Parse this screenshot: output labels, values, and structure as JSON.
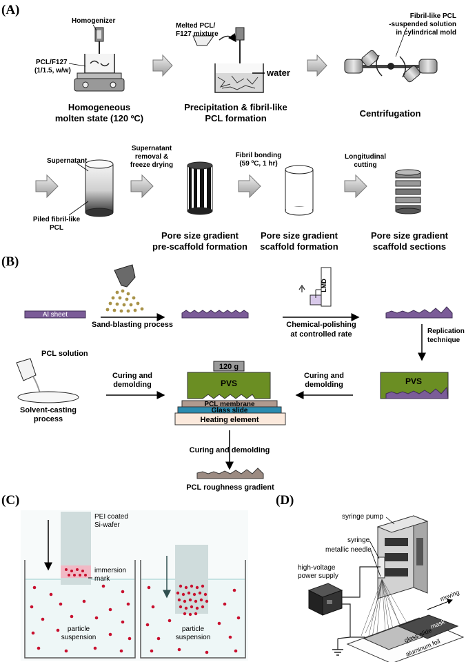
{
  "panels": {
    "A": {
      "label": "(A)",
      "homogenizer": "Homogenizer",
      "pcl_f127_1": "PCL/F127",
      "pcl_f127_2": "(1/1.5, w/w)",
      "melted_1": "Melted PCL/",
      "melted_2": "F127 mixture",
      "water": "water",
      "fibril_solution_1": "Fibril-like PCL",
      "fibril_solution_2": "-suspended solution",
      "fibril_solution_3": "in cylindrical mold",
      "step1_1": "Homogeneous",
      "step1_2": "molten state (120 ºC)",
      "step2_1": "Precipitation & fibril-like",
      "step2_2": "PCL formation",
      "step3": "Centrifugation",
      "supernatant": "Supernatant",
      "removal_1": "Supernatant",
      "removal_2": "removal &",
      "removal_3": "freeze drying",
      "bonding_1": "Fibril bonding",
      "bonding_2": "(59 ºC, 1 hr)",
      "cutting_1": "Longitudinal",
      "cutting_2": "cutting",
      "piled_1": "Piled fibril-like",
      "piled_2": "PCL",
      "pre_1": "Pore size gradient",
      "pre_2": "pre-scaffold formation",
      "scaf_1": "Pore size gradient",
      "scaf_2": "scaffold formation",
      "sec_1": "Pore size gradient",
      "sec_2": "scaffold sections"
    },
    "B": {
      "label": "(B)",
      "al_sheet": "Al sheet",
      "sand_blasting": "Sand-blasting process",
      "lmd": "LMD",
      "chem_1": "Chemical-polishing",
      "chem_2": "at controlled rate",
      "replication_1": "Replication",
      "replication_2": "technique",
      "pcl_solution": "PCL solution",
      "solvent_1": "Solvent-casting",
      "solvent_2": "process",
      "curing_left_1": "Curing and",
      "curing_left_2": "demolding",
      "curing_right_1": "Curing and",
      "curing_right_2": "demolding",
      "weight": "120 g",
      "pvs_center": "PVS",
      "pvs_right": "PVS",
      "pcl_membrane": "PCL membrane",
      "glass_slide": "Glass slide",
      "heating": "Heating element",
      "curing_bottom": "Curing and demolding",
      "roughness": "PCL roughness gradient"
    },
    "C": {
      "label": "(C)",
      "pei_1": "PEI coated",
      "pei_2": "Si-wafer",
      "immersion_1": "immersion",
      "immersion_2": "mark",
      "particle_1": "particle",
      "particle_2": "suspension",
      "particle_b_1": "particle",
      "particle_b_2": "suspension"
    },
    "D": {
      "label": "(D)",
      "syringe_pump": "syringe pump",
      "syringe": "syringe",
      "needle": "metallic needle",
      "hv_1": "high-voltage",
      "hv_2": "power supply",
      "moving": "moving",
      "glass_slide": "glass slide",
      "mask": "mask",
      "aluminum_foil": "aluminum foil"
    }
  }
}
